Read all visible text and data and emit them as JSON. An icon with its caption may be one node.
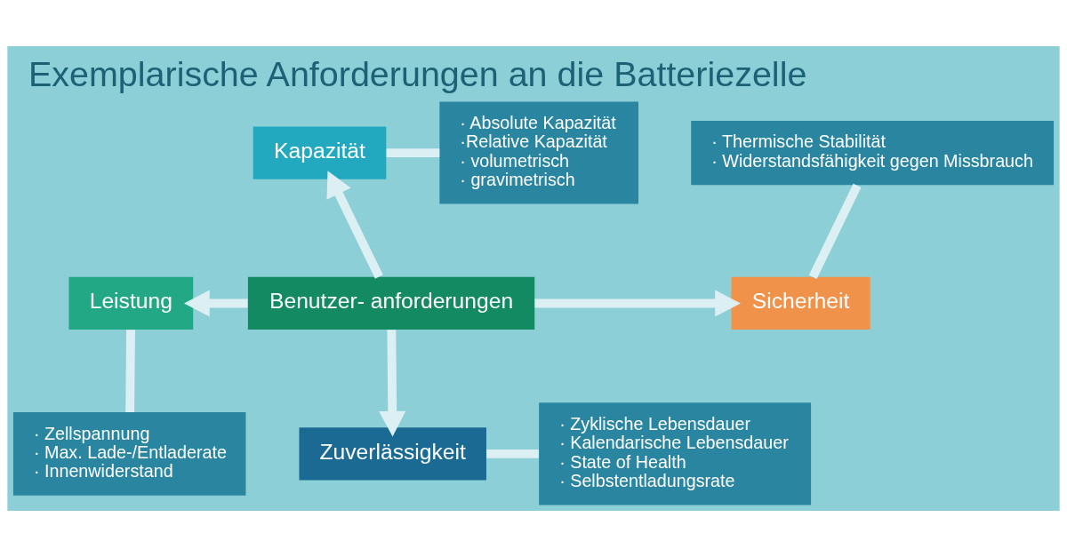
{
  "diagram": {
    "title": "Exemplarische Anforderungen an die Batteriezelle",
    "nodes": [
      {
        "text": [
          "Benutzer- anforderungen"
        ]
      },
      {
        "text": [
          "Kapazität"
        ]
      },
      {
        "text": [
          "· Absolute Kapazität",
          "·Relative Kapazität",
          "· volumetrisch",
          "· gravimetrisch"
        ]
      },
      {
        "text": [
          "Sicherheit"
        ]
      },
      {
        "text": [
          "· Thermische Stabilität",
          "· Widerstandsfähigkeit gegen Missbrauch"
        ]
      },
      {
        "text": [
          "Leistung"
        ]
      },
      {
        "text": [
          "· Zellspannung",
          "· Max. Lade-/Entladerate",
          "· Innenwiderstand"
        ]
      },
      {
        "text": [
          "Zuverlässigkeit"
        ]
      },
      {
        "text": [
          "· Zyklische Lebensdauer",
          "· Kalendarische Lebensdauer",
          "· State of Health",
          "· Selbstentladungsrate"
        ]
      }
    ],
    "edges": [
      {
        "from": 0,
        "to": 1,
        "arrow": "to"
      },
      {
        "from": 0,
        "to": 7,
        "arrow": "to"
      },
      {
        "from": 0,
        "to": 5,
        "arrow": "to"
      },
      {
        "from": 0,
        "to": 3,
        "arrow": "to"
      },
      {
        "from": 2,
        "to": 1,
        "arrow": "none"
      },
      {
        "from": 4,
        "to": 3,
        "arrow": "none"
      },
      {
        "from": 6,
        "to": 5,
        "arrow": "none"
      },
      {
        "from": 8,
        "to": 7,
        "arrow": "none"
      }
    ]
  }
}
